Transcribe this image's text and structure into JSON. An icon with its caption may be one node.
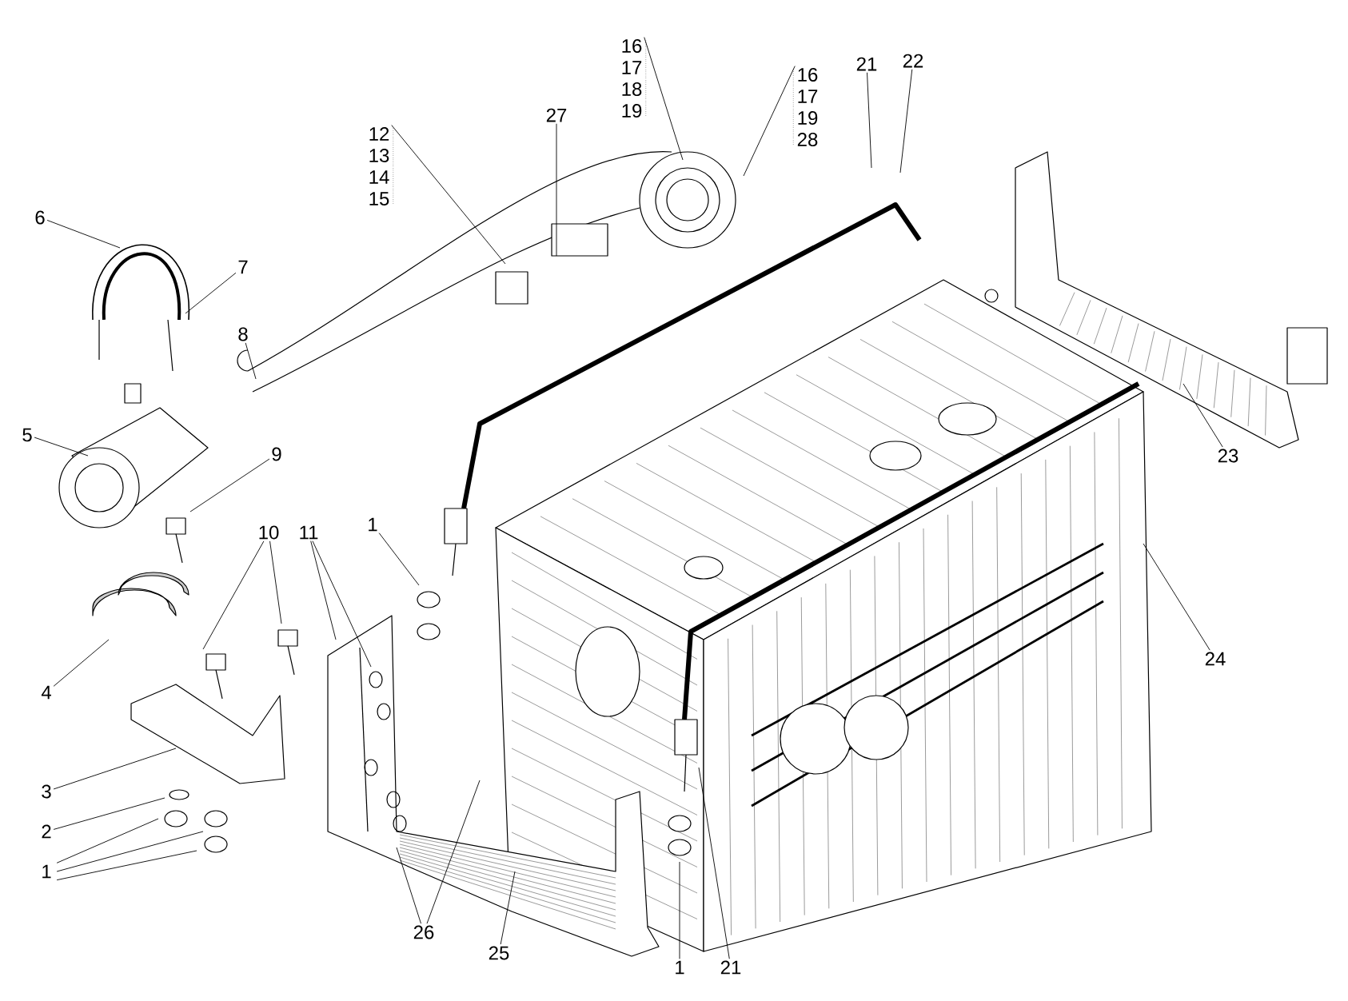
{
  "diagram": {
    "nodes": [
      {
        "text": [
          "6"
        ]
      },
      {
        "text": [
          "7"
        ]
      },
      {
        "text": [
          "8"
        ]
      },
      {
        "text": [
          "5"
        ]
      },
      {
        "text": [
          "9"
        ]
      },
      {
        "text": [
          "4"
        ]
      },
      {
        "text": [
          "10"
        ]
      },
      {
        "text": [
          "11"
        ]
      },
      {
        "text": [
          "1"
        ]
      },
      {
        "text": [
          "3"
        ]
      },
      {
        "text": [
          "2"
        ]
      },
      {
        "text": [
          "1"
        ]
      },
      {
        "text": [
          "26"
        ]
      },
      {
        "text": [
          "25"
        ]
      },
      {
        "text": [
          "1"
        ]
      },
      {
        "text": [
          "21"
        ]
      },
      {
        "text": [
          "24"
        ]
      },
      {
        "text": [
          "23"
        ]
      },
      {
        "text": [
          "22"
        ]
      },
      {
        "text": [
          "21"
        ]
      },
      {
        "text": [
          "27"
        ]
      },
      {
        "text": [
          "12",
          "13",
          "14",
          "15"
        ]
      },
      {
        "text": [
          "16",
          "17",
          "18",
          "19"
        ]
      },
      {
        "text": [
          "16",
          "17",
          "19",
          "28"
        ]
      }
    ],
    "edges": [
      {
        "from": 0,
        "to": null,
        "arrow": "none"
      },
      {
        "from": 1,
        "to": null,
        "arrow": "none"
      },
      {
        "from": 2,
        "to": null,
        "arrow": "none"
      },
      {
        "from": 3,
        "to": null,
        "arrow": "none"
      },
      {
        "from": 4,
        "to": null,
        "arrow": "none"
      },
      {
        "from": 5,
        "to": null,
        "arrow": "none"
      },
      {
        "from": 6,
        "to": null,
        "arrow": "none"
      },
      {
        "from": 6,
        "to": null,
        "arrow": "none"
      },
      {
        "from": 7,
        "to": null,
        "arrow": "none"
      },
      {
        "from": 7,
        "to": null,
        "arrow": "none"
      },
      {
        "from": 8,
        "to": null,
        "arrow": "none"
      },
      {
        "from": 9,
        "to": null,
        "arrow": "none"
      },
      {
        "from": 10,
        "to": null,
        "arrow": "none"
      },
      {
        "from": 11,
        "to": null,
        "arrow": "none"
      },
      {
        "from": 11,
        "to": null,
        "arrow": "none"
      },
      {
        "from": 11,
        "to": null,
        "arrow": "none"
      },
      {
        "from": 12,
        "to": null,
        "arrow": "none"
      },
      {
        "from": 12,
        "to": null,
        "arrow": "none"
      },
      {
        "from": 13,
        "to": null,
        "arrow": "none"
      },
      {
        "from": 14,
        "to": null,
        "arrow": "none"
      },
      {
        "from": 15,
        "to": null,
        "arrow": "none"
      },
      {
        "from": 16,
        "to": null,
        "arrow": "none"
      },
      {
        "from": 17,
        "to": null,
        "arrow": "none"
      },
      {
        "from": 18,
        "to": null,
        "arrow": "none"
      },
      {
        "from": 19,
        "to": null,
        "arrow": "none"
      },
      {
        "from": 20,
        "to": null,
        "arrow": "none"
      },
      {
        "from": 21,
        "to": null,
        "arrow": "none"
      },
      {
        "from": 22,
        "to": null,
        "arrow": "none"
      },
      {
        "from": 23,
        "to": null,
        "arrow": "none"
      }
    ]
  }
}
